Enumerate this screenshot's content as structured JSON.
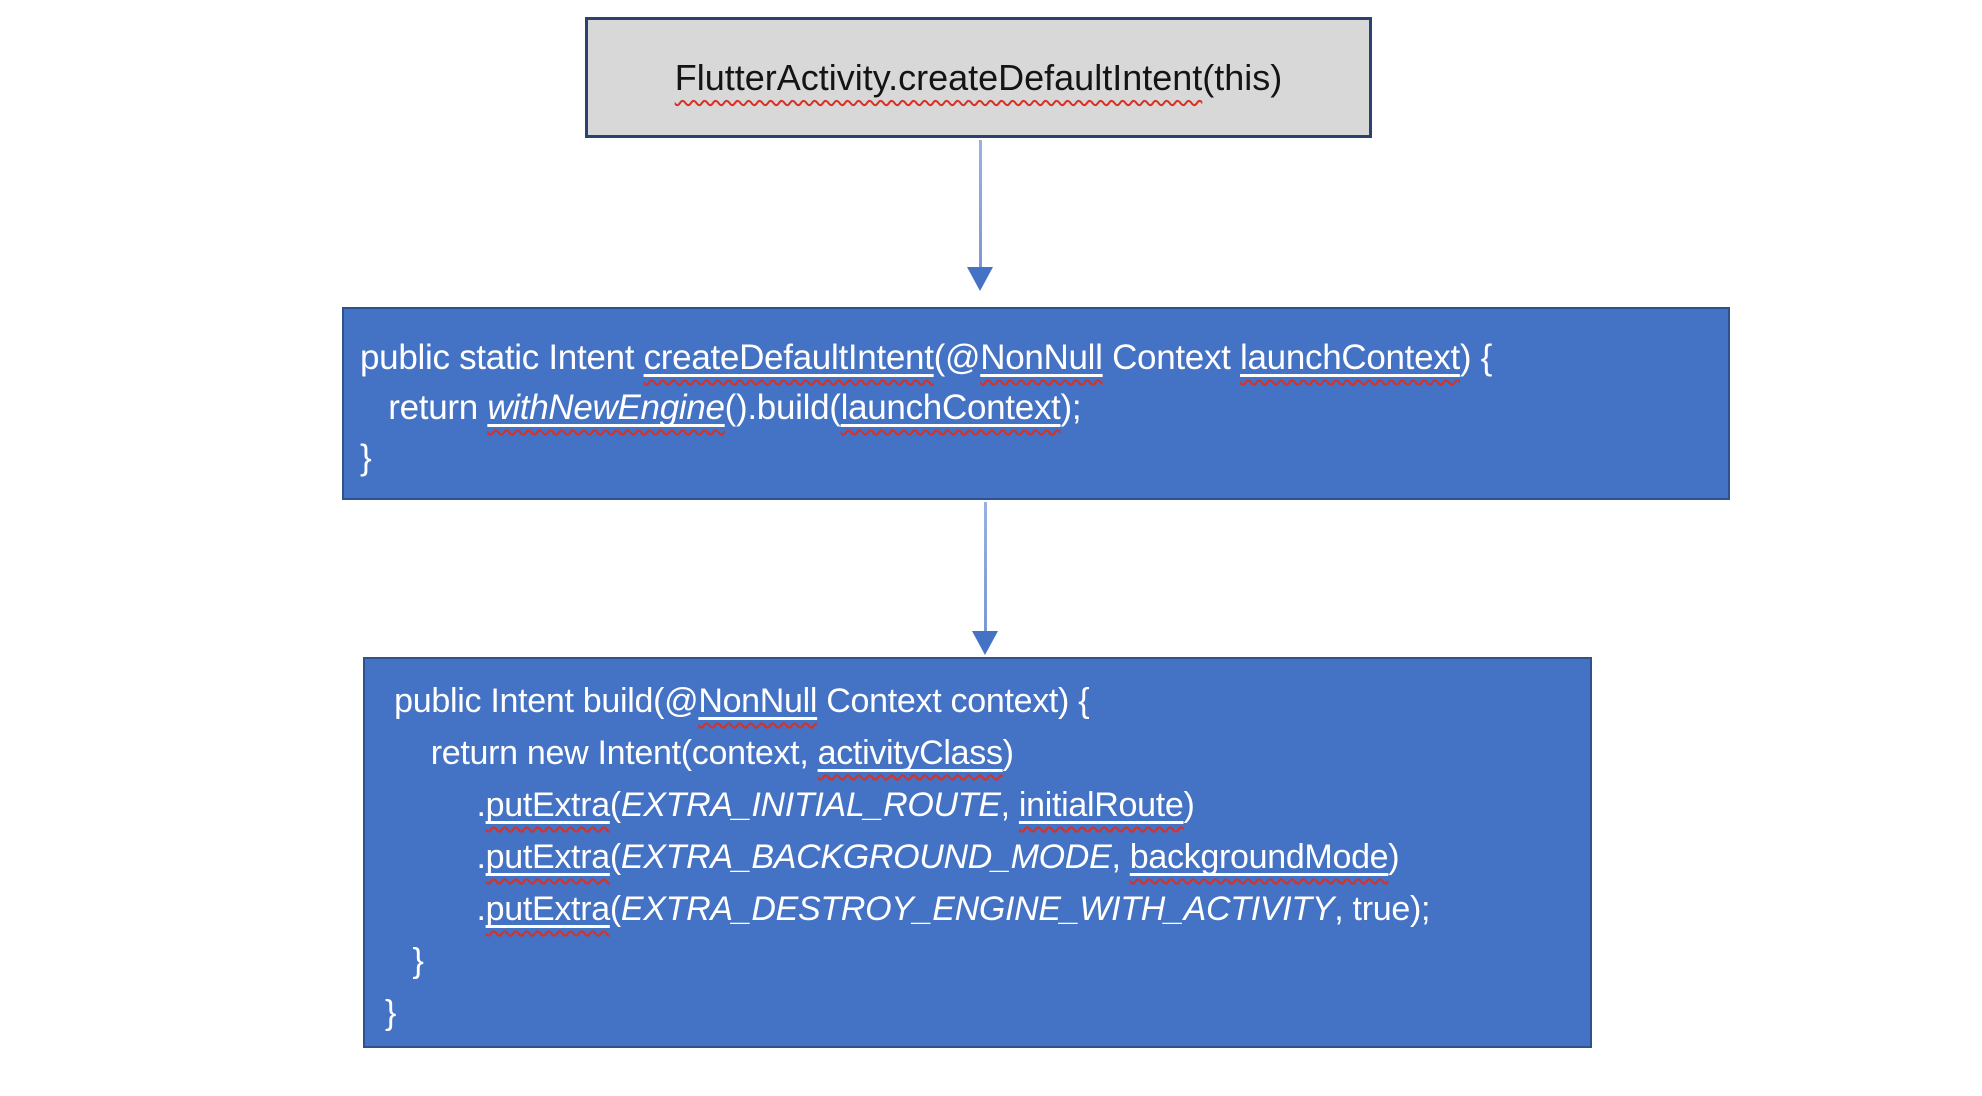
{
  "diagram": {
    "description": "Flutter Android intent creation call flow",
    "colors": {
      "box_blue_fill": "#4472C4",
      "box_blue_border": "#2F528F",
      "box_gray_fill": "#D8D8D8",
      "box_gray_border": "#2B4170",
      "squiggle_red": "#D93025",
      "arrow_line": "#7C97D4",
      "arrow_head": "#4472C4",
      "text_dark": "#141414",
      "text_light": "#FFFFFF"
    },
    "connectors": [
      {
        "name": "arrow-call-to-create",
        "direction": "down"
      },
      {
        "name": "arrow-create-to-build",
        "direction": "down"
      }
    ],
    "boxes": [
      {
        "id": "call",
        "role": "caller-statement",
        "lines": [
          [
            {
              "t": "FlutterActivity.createDefaultIntent",
              "sq": true
            },
            {
              "t": "(this)"
            }
          ]
        ]
      },
      {
        "id": "create",
        "role": "createDefaultIntent-method",
        "lines": [
          [
            {
              "t": "public static Intent "
            },
            {
              "t": "createDefaultIntent",
              "u": true,
              "sq": true
            },
            {
              "t": "(@"
            },
            {
              "t": "NonNull",
              "u": true,
              "sq": true
            },
            {
              "t": " Context "
            },
            {
              "t": "launchContext",
              "u": true,
              "sq": true
            },
            {
              "t": ") {"
            }
          ],
          [
            {
              "t": "   return "
            },
            {
              "t": "withNewEngine",
              "u": true,
              "sq": true,
              "i": true
            },
            {
              "t": "().build("
            },
            {
              "t": "launchContext",
              "u": true,
              "sq": true
            },
            {
              "t": ");"
            }
          ],
          [
            {
              "t": "}"
            }
          ]
        ]
      },
      {
        "id": "build",
        "role": "build-method",
        "lines": [
          [
            {
              "t": " public Intent build(@"
            },
            {
              "t": "NonNull",
              "u": true,
              "sq": true
            },
            {
              "t": " Context context) {"
            }
          ],
          [
            {
              "t": "     return new Intent(context, "
            },
            {
              "t": "activityClass",
              "u": true,
              "sq": true
            },
            {
              "t": ")"
            }
          ],
          [
            {
              "t": "          ."
            },
            {
              "t": "putExtra",
              "u": true,
              "sq": true
            },
            {
              "t": "("
            },
            {
              "t": "EXTRA_INITIAL_ROUTE",
              "i": true
            },
            {
              "t": ", "
            },
            {
              "t": "initialRoute",
              "u": true,
              "sq": true
            },
            {
              "t": ")"
            }
          ],
          [
            {
              "t": "          ."
            },
            {
              "t": "putExtra",
              "u": true,
              "sq": true
            },
            {
              "t": "("
            },
            {
              "t": "EXTRA_BACKGROUND_MODE",
              "i": true
            },
            {
              "t": ", "
            },
            {
              "t": "backgroundMode",
              "u": true,
              "sq": true
            },
            {
              "t": ")"
            }
          ],
          [
            {
              "t": "          ."
            },
            {
              "t": "putExtra",
              "u": true,
              "sq": true
            },
            {
              "t": "("
            },
            {
              "t": "EXTRA_DESTROY_ENGINE_WITH_ACTIVITY",
              "i": true
            },
            {
              "t": ", true);"
            }
          ],
          [
            {
              "t": "   }"
            }
          ],
          [
            {
              "t": "}"
            }
          ]
        ]
      }
    ]
  }
}
